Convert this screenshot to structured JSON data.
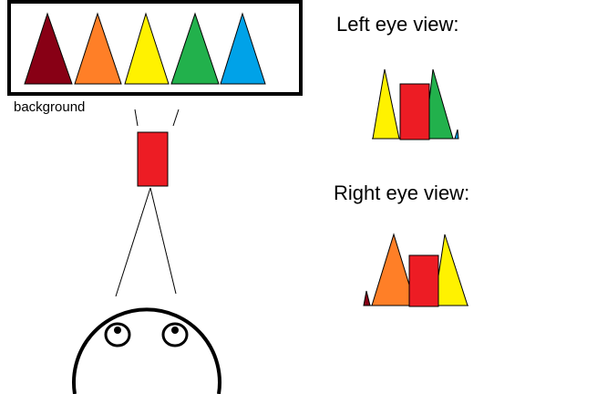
{
  "labels": {
    "background": "background",
    "left_view": "Left eye view:",
    "right_view": "Right eye view:"
  },
  "colors": {
    "dark_red": "#880015",
    "orange": "#FF7F27",
    "yellow": "#FFF200",
    "green": "#22B14C",
    "blue": "#00A2E8",
    "red": "#ED1C24",
    "stroke": "#000000"
  }
}
